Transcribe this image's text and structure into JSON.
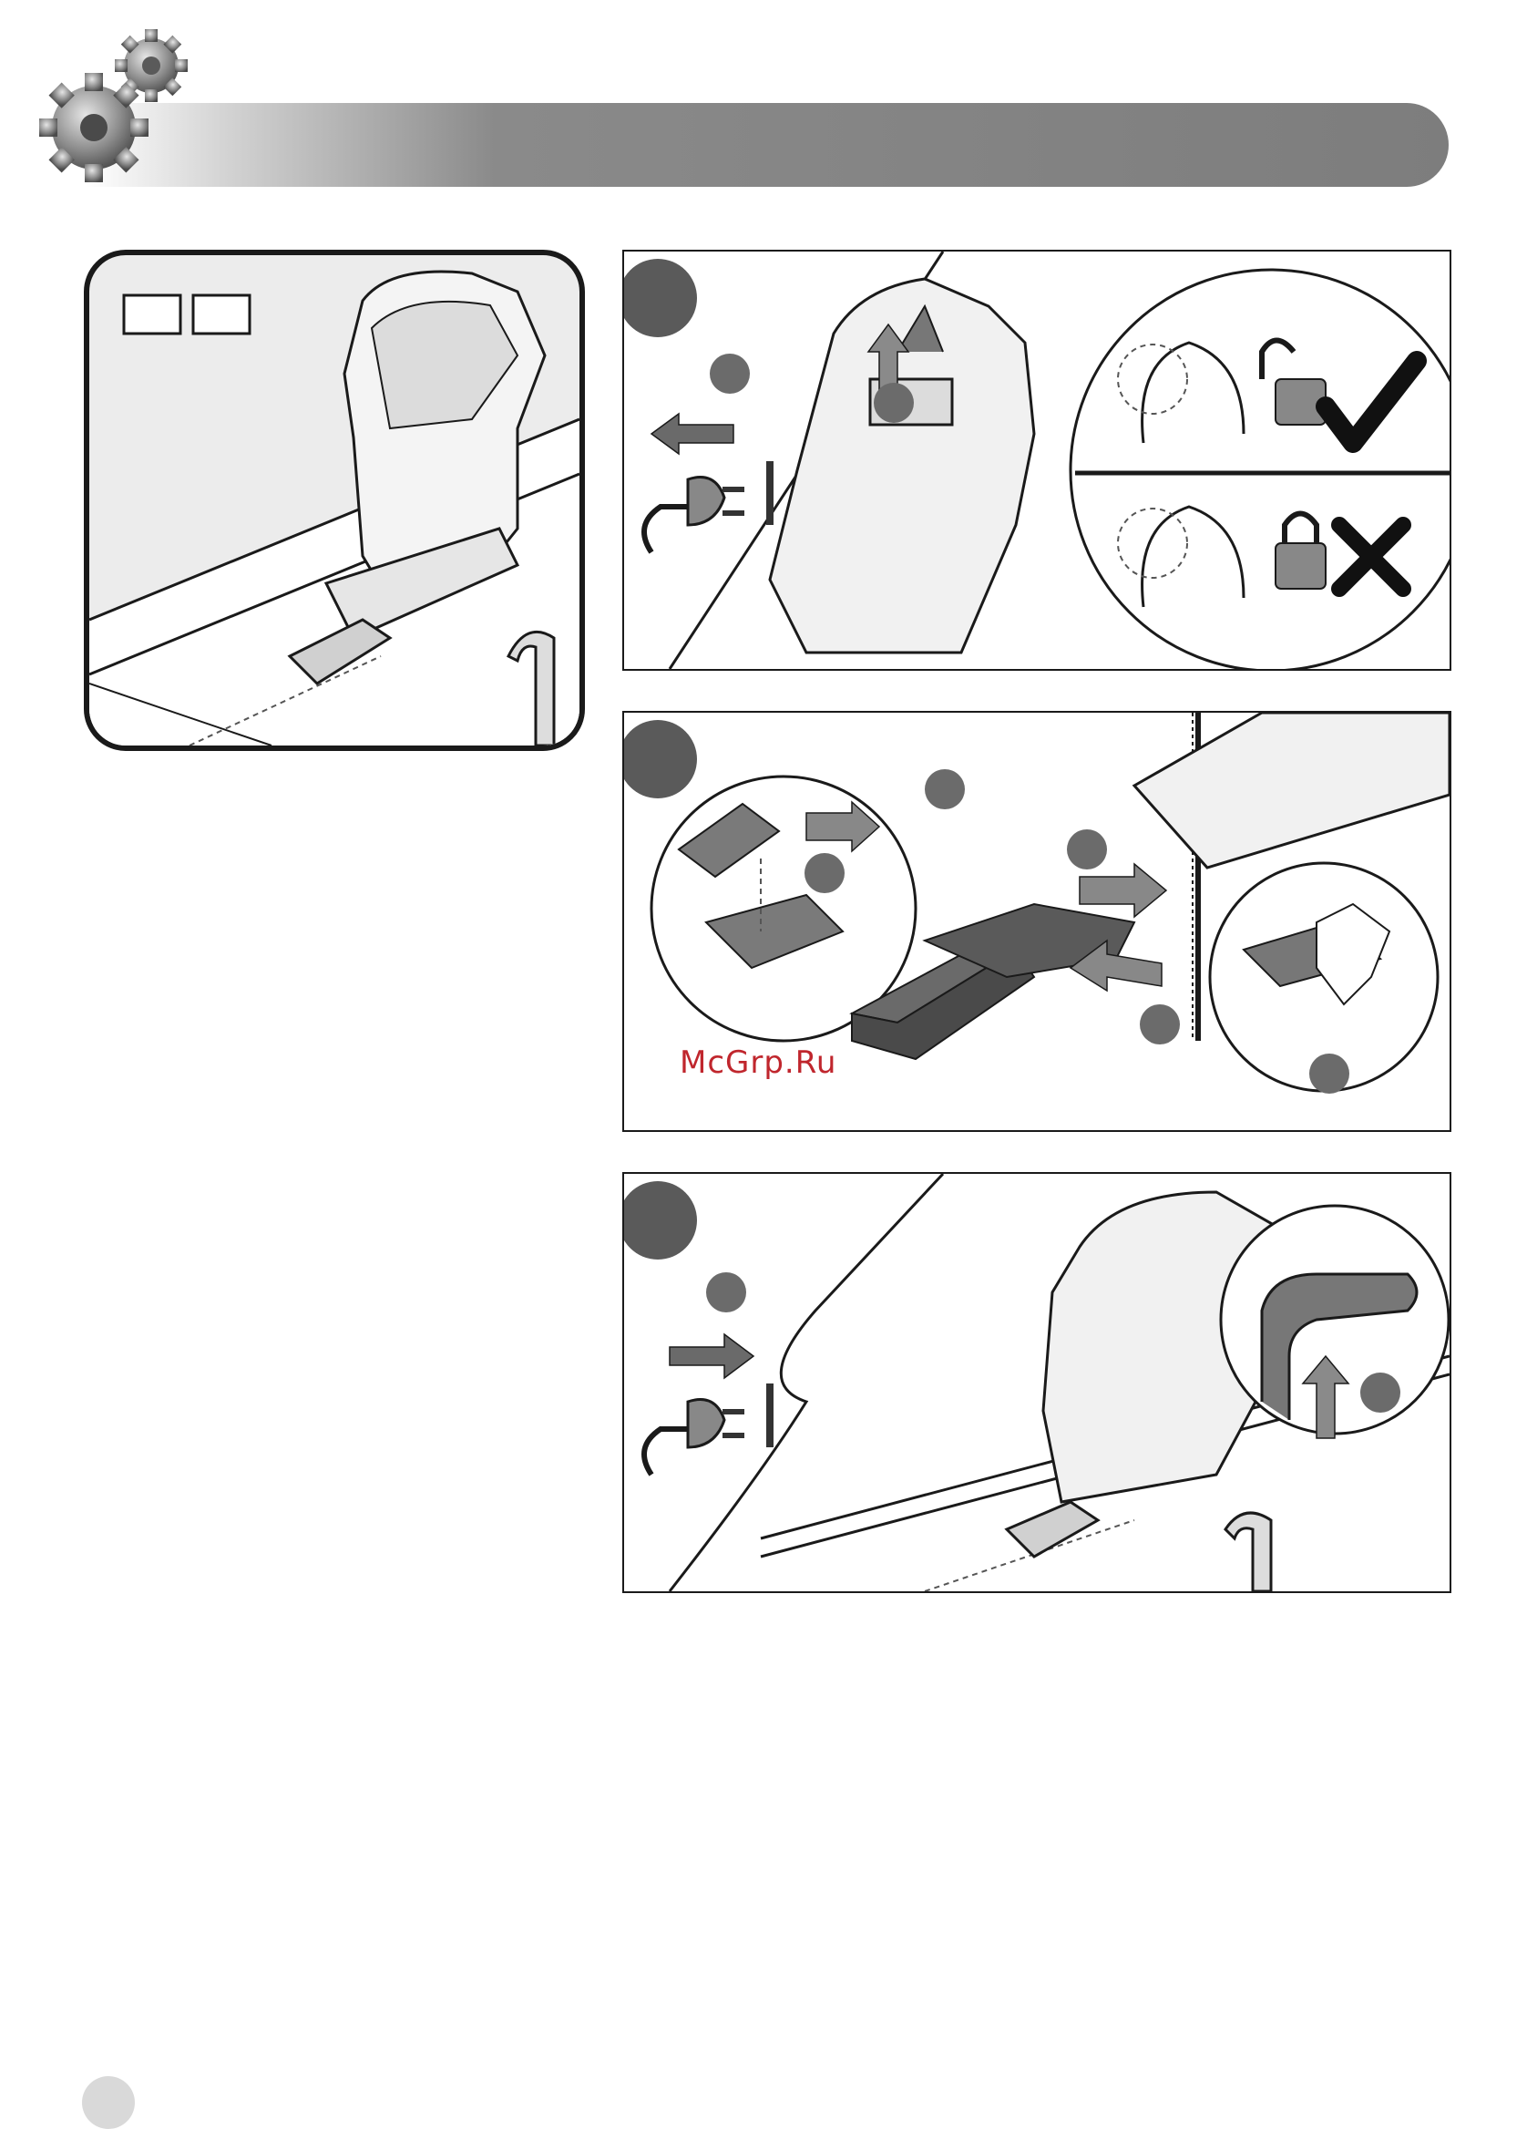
{
  "header": {
    "icon": "gears-icon",
    "bar_color": "#7d7d7d"
  },
  "intro": {
    "icon": "jigsaw-on-workbench-illustration"
  },
  "steps": [
    {
      "icon": "unplug-and-blade-lock-illustration"
    },
    {
      "icon": "attach-shoe-guard-illustration"
    },
    {
      "icon": "plug-in-and-blade-lock-illustration"
    }
  ],
  "watermark": {
    "text": "McGrp.Ru",
    "color": "#c0262d"
  }
}
